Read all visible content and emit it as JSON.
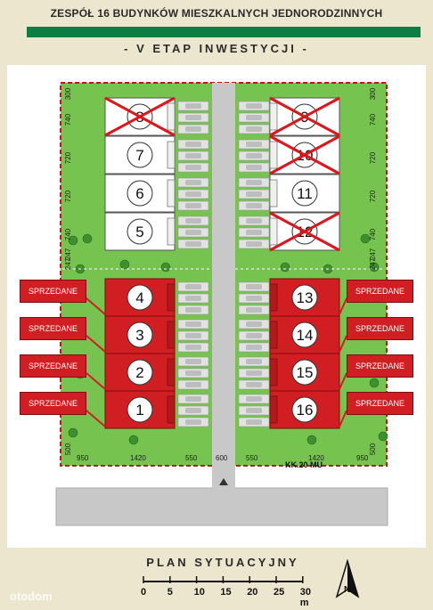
{
  "header": {
    "title": "ZESPÓŁ 16 BUDYNKÓW MIESZKALNYCH JEDNORODZINNYCH",
    "subtitle": "- V ETAP INWESTYCJI -"
  },
  "buildings_left": [
    {
      "number": "8",
      "status": "crossed"
    },
    {
      "number": "7",
      "status": "available"
    },
    {
      "number": "6",
      "status": "available"
    },
    {
      "number": "5",
      "status": "available"
    },
    {
      "number": "4",
      "status": "sold"
    },
    {
      "number": "3",
      "status": "sold"
    },
    {
      "number": "2",
      "status": "sold"
    },
    {
      "number": "1",
      "status": "sold"
    }
  ],
  "buildings_right": [
    {
      "number": "9",
      "status": "crossed"
    },
    {
      "number": "10",
      "status": "crossed"
    },
    {
      "number": "11",
      "status": "available"
    },
    {
      "number": "12",
      "status": "crossed"
    },
    {
      "number": "13",
      "status": "sold"
    },
    {
      "number": "14",
      "status": "sold"
    },
    {
      "number": "15",
      "status": "sold"
    },
    {
      "number": "16",
      "status": "sold"
    }
  ],
  "sold_label": "SPRZEDANE",
  "dimensions": {
    "left_side": [
      "300",
      "740",
      "720",
      "720",
      "740",
      "247",
      "247"
    ],
    "right_side": [
      "300",
      "740",
      "720",
      "720",
      "740",
      "247",
      "247"
    ],
    "bottom_corner_left": "500",
    "bottom_corner_right": "500",
    "bottom": [
      "950",
      "1420",
      "550",
      "600",
      "550",
      "1420",
      "950"
    ]
  },
  "kk_label": "KK.20 MU",
  "plan_title": "PLAN SYTUACYJNY",
  "scale": {
    "labels": [
      "0",
      "5",
      "10",
      "15",
      "20",
      "25",
      "30 m"
    ]
  },
  "north_label": "N",
  "watermark": "otodom",
  "colors": {
    "header_bar": "#0f7d43",
    "site_green": "#76c34f",
    "sold_red": "#d01e22",
    "road": "#c8c8c8"
  }
}
